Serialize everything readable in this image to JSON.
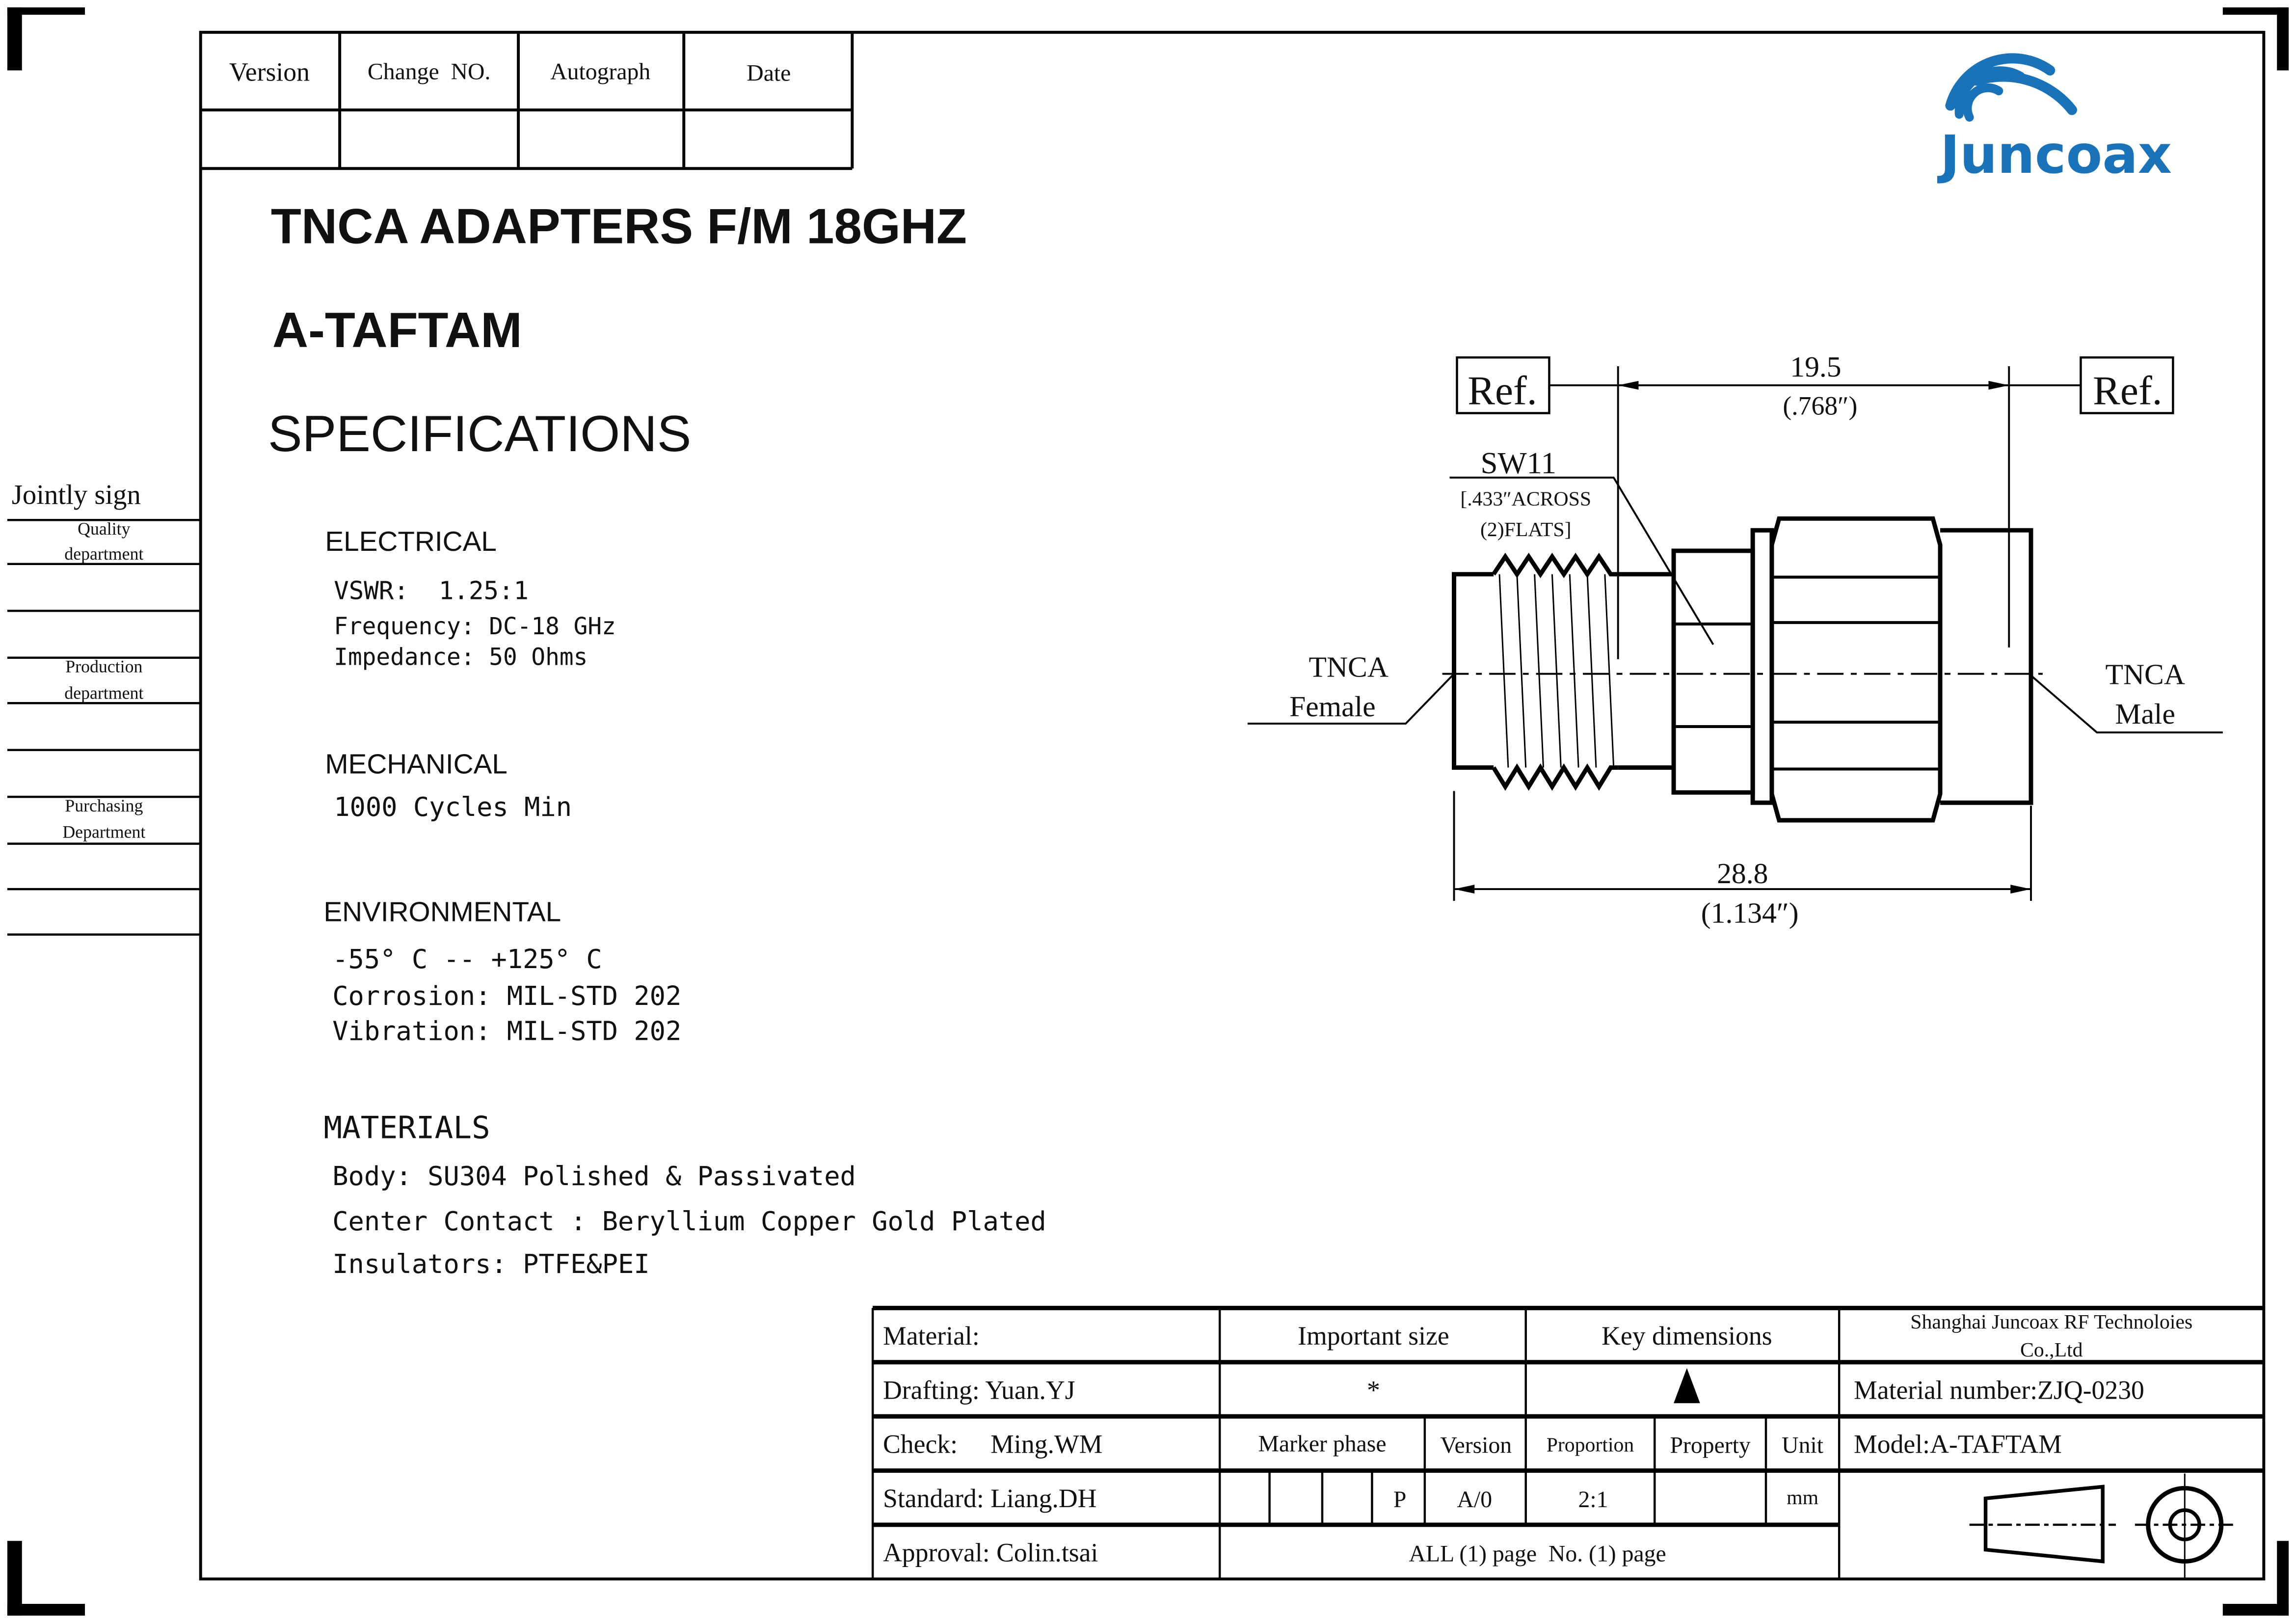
{
  "logo": {
    "text": "Juncoax",
    "color": "#1a72b8"
  },
  "revision_table": {
    "headers": [
      "Version",
      "Change  NO.",
      "Autograph",
      "Date"
    ]
  },
  "title": {
    "product": "TNCA ADAPTERS F/M 18GHZ",
    "model": "A-TAFTAM",
    "section": "SPECIFICATIONS"
  },
  "jointly_sign": {
    "label": "Jointly sign",
    "departments": [
      [
        "Quality",
        "department"
      ],
      [
        "Production",
        "department"
      ],
      [
        "Purchasing",
        "Department"
      ]
    ]
  },
  "specs": {
    "electrical": {
      "heading": "ELECTRICAL",
      "lines": [
        "VSWR:  1.25:1",
        "Frequency: DC-18 GHz",
        "Impedance: 50 Ohms"
      ]
    },
    "mechanical": {
      "heading": "MECHANICAL",
      "lines": [
        "1000 Cycles Min"
      ]
    },
    "environmental": {
      "heading": "ENVIRONMENTAL",
      "lines": [
        "-55° C -- +125° C",
        "Corrosion: MIL-STD 202",
        "Vibration: MIL-STD 202"
      ]
    },
    "materials": {
      "heading": "MATERIALS",
      "lines": [
        "Body: SU304 Polished & Passivated",
        "Center Contact : Beryllium Copper Gold Plated",
        "Insulators: PTFE&PEI"
      ]
    }
  },
  "drawing": {
    "ref": "Ref.",
    "dim_top": "19.5",
    "dim_top_in": "(.768″)",
    "sw": "SW11",
    "sw_note1": "[.433″ACROSS",
    "sw_note2": "(2)FLATS]",
    "female_1": "TNCA",
    "female_2": "Female",
    "male_1": "TNCA",
    "male_2": "Male",
    "dim_bottom": "28.8",
    "dim_bottom_in": "(1.134″)"
  },
  "title_block": {
    "material": "Material:",
    "drafting": "Drafting: Yuan.YJ",
    "check": "Check:     Ming.WM",
    "standard": "Standard: Liang.DH",
    "approval": "Approval: Colin.tsai",
    "important_size": "Important size",
    "important_symbol": "*",
    "key_dimensions": "Key dimensions",
    "company_1": "Shanghai Juncoax RF Technoloies",
    "company_2": "Co.,Ltd",
    "material_number": "Material number:ZJQ-0230",
    "model": "Model:A-TAFTAM",
    "marker_phase": "Marker phase",
    "version": "Version",
    "proportion": "Proportion",
    "property": "Property",
    "unit": "Unit",
    "phase_value": "P",
    "version_value": "A/0",
    "proportion_value": "2:1",
    "unit_value": "mm",
    "pages": "ALL (1) page  No. (1) page"
  }
}
